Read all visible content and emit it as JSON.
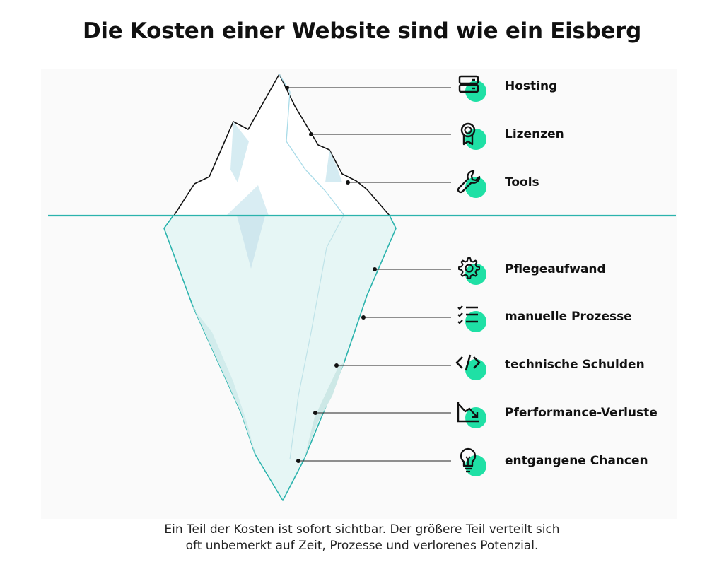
{
  "title": "Die Kosten einer Website sind wie ein Eisberg",
  "above_water": [
    {
      "label": "Hosting",
      "icon": "server-icon"
    },
    {
      "label": "Lizenzen",
      "icon": "award-badge-icon"
    },
    {
      "label": "Tools",
      "icon": "wrench-icon"
    }
  ],
  "below_water": [
    {
      "label": "Pflegeaufwand",
      "icon": "gear-icon"
    },
    {
      "label": "manuelle Prozesse",
      "icon": "checklist-icon"
    },
    {
      "label": "technische Schulden",
      "icon": "code-icon"
    },
    {
      "label": "Pferformance-Verluste",
      "icon": "chart-down-icon"
    },
    {
      "label": "entgangene Chancen",
      "icon": "lightbulb-icon"
    }
  ],
  "caption": {
    "line1": "Ein Teil der Kosten ist sofort sichtbar. Der größere Teil verteilt sich",
    "line2": "oft unbemerkt auf Zeit, Prozesse und verlorenes Potenzial."
  },
  "colors": {
    "accent": "#1fe0a5",
    "waterline": "#2bb3ad",
    "ice_light": "#e6f6f6",
    "ice_shadow": "#cfe8f0",
    "outline": "#111111"
  }
}
